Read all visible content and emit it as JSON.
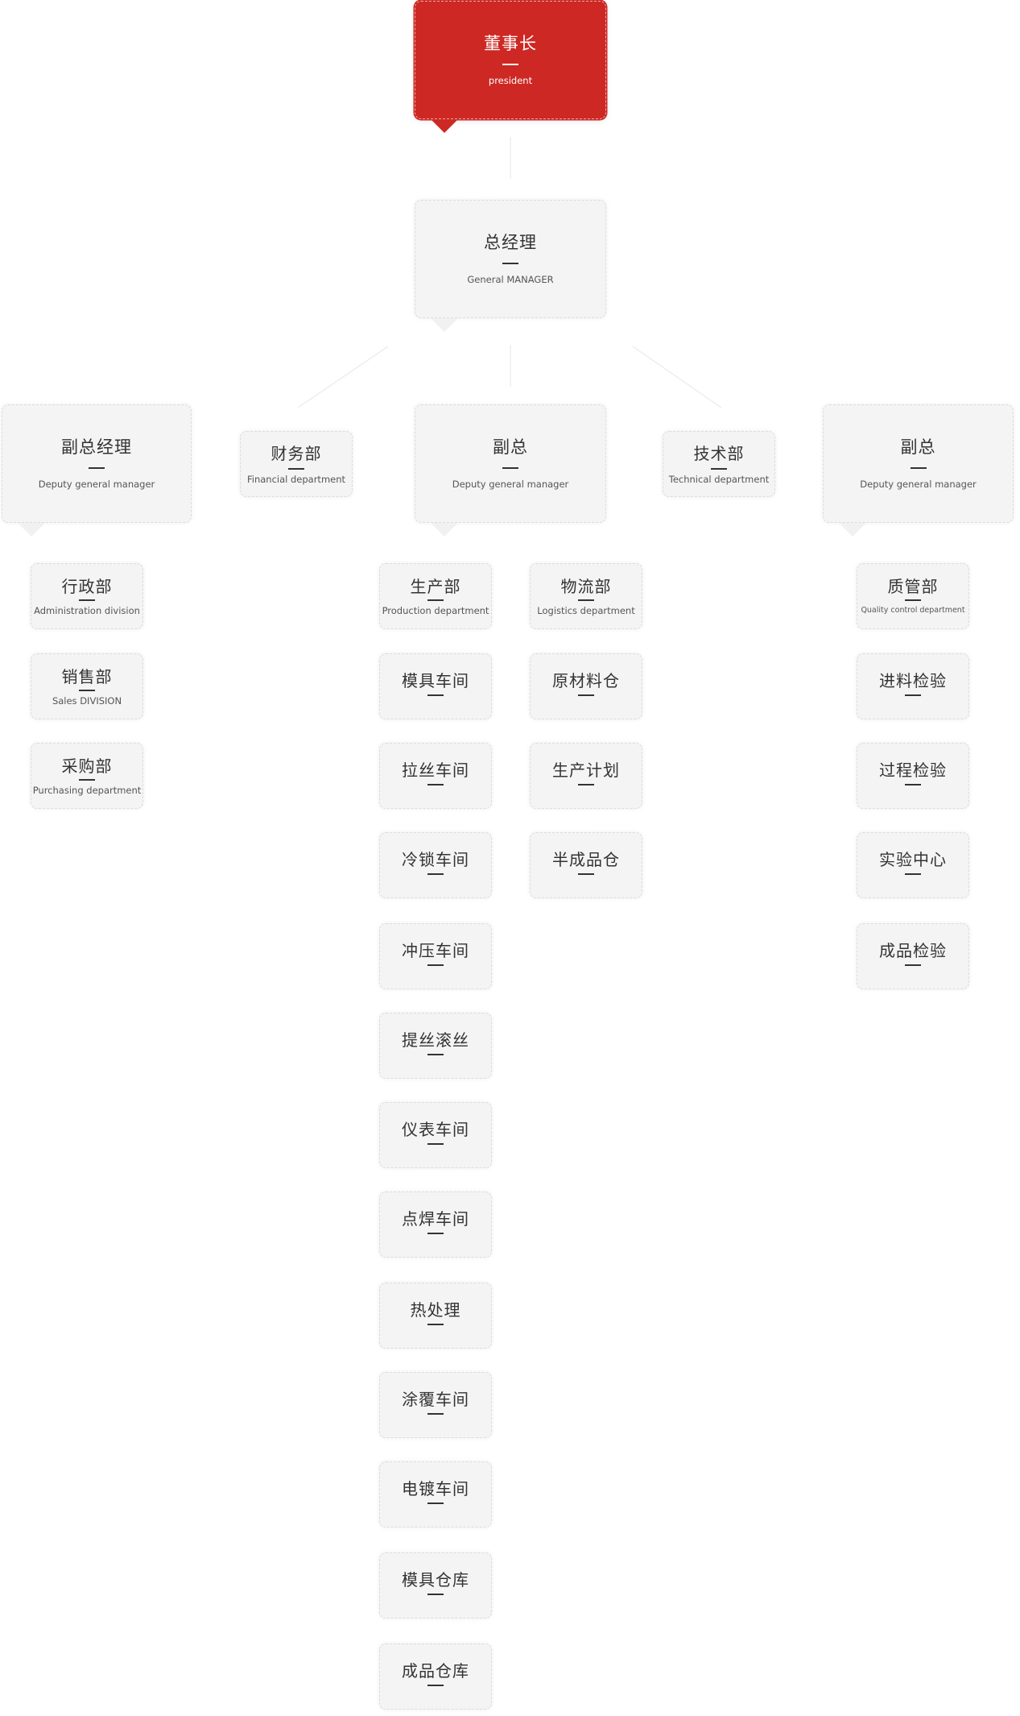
{
  "president": {
    "cn": "董事长",
    "en": "president"
  },
  "general_manager": {
    "cn": "总经理",
    "en": "General MANAGER"
  },
  "top_row": {
    "deputy_left": {
      "cn": "副总经理",
      "en": "Deputy general manager"
    },
    "finance": {
      "cn": "财务部",
      "en": "Financial department"
    },
    "deputy_center": {
      "cn": "副总",
      "en": "Deputy general manager"
    },
    "technical": {
      "cn": "技术部",
      "en": "Technical department"
    },
    "deputy_right": {
      "cn": "副总",
      "en": "Deputy general manager"
    }
  },
  "left_column": [
    {
      "cn": "行政部",
      "en": "Administration division"
    },
    {
      "cn": "销售部",
      "en": "Sales DIVISION"
    },
    {
      "cn": "采购部",
      "en": "Purchasing department"
    }
  ],
  "production_column": [
    {
      "cn": "生产部",
      "en": "Production department"
    },
    {
      "cn": "模具车间"
    },
    {
      "cn": "拉丝车间"
    },
    {
      "cn": "冷锁车间"
    },
    {
      "cn": "冲压车间"
    },
    {
      "cn": "提丝滚丝"
    },
    {
      "cn": "仪表车间"
    },
    {
      "cn": "点焊车间"
    },
    {
      "cn": "热处理"
    },
    {
      "cn": "涂覆车间"
    },
    {
      "cn": "电镀车间"
    },
    {
      "cn": "模具仓库"
    },
    {
      "cn": "成品仓库"
    }
  ],
  "logistics_column": [
    {
      "cn": "物流部",
      "en": "Logistics department"
    },
    {
      "cn": "原材料仓"
    },
    {
      "cn": "生产计划"
    },
    {
      "cn": "半成品仓"
    }
  ],
  "quality_column": [
    {
      "cn": "质管部",
      "en": "Quality control department"
    },
    {
      "cn": "进料检验"
    },
    {
      "cn": "过程检验"
    },
    {
      "cn": "实验中心"
    },
    {
      "cn": "成品检验"
    }
  ],
  "colors": {
    "accent": "#cd2823",
    "box_bg": "#f4f4f4",
    "border": "#dcdcdc",
    "text": "#333333"
  }
}
